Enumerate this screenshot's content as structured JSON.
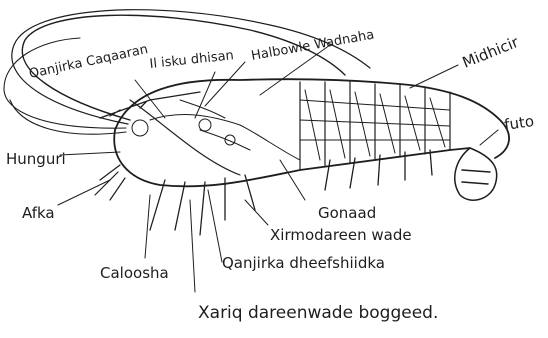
{
  "diagram": {
    "ink_color": "#1e1e1e",
    "background": "#ffffff",
    "labels": {
      "qanjirka_caqaaran": "Qanjirka Caqaaran",
      "il_isku_dhisan": "Il isku dhisan",
      "halbowle_wadnaha": "Halbowle Wadnaha",
      "midhicir": "Midhicir",
      "futo": "futo",
      "hunguri": "Hunguri",
      "afka": "Afka",
      "gonaad": "Gonaad",
      "xirmodareen_wade": "Xirmodareen wade",
      "caloosha": "Caloosha",
      "qanjirka_dheefshiidka": "Qanjirka dheefshiidka",
      "xariq_dareenwade_boggeed": "Xariq dareenwade boggeed."
    }
  }
}
